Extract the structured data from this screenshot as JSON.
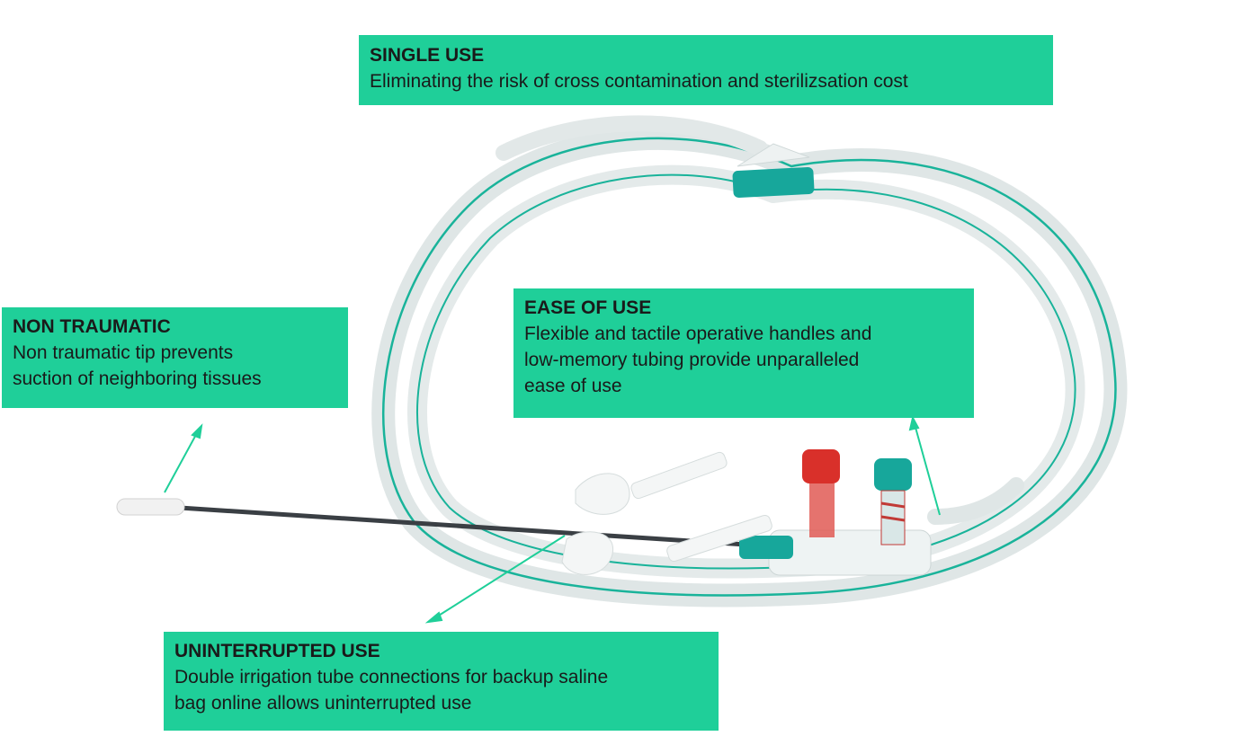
{
  "callouts": {
    "single_use": {
      "heading": "SINGLE USE",
      "body": "Eliminating the risk of cross contamination and sterilizsation cost"
    },
    "ease_of_use": {
      "heading": "EASE OF USE",
      "body": "Flexible and tactile operative handles and\nlow-memory tubing provide unparalleled\nease of use"
    },
    "non_traumatic": {
      "heading": "NON TRAUMATIC",
      "body": "Non traumatic tip prevents\nsuction of neighboring tissues"
    },
    "uninterrupted_use": {
      "heading": "UNINTERRUPTED USE",
      "body": "Double irrigation tube connections for backup saline\nbag online allows uninterrupted use"
    }
  },
  "colors": {
    "callout_bg": "#1fcf99",
    "stripe": "#19b39a",
    "tube": "#e6ecec",
    "connector_teal": "#17a79b",
    "connector_red": "#d9302a"
  }
}
